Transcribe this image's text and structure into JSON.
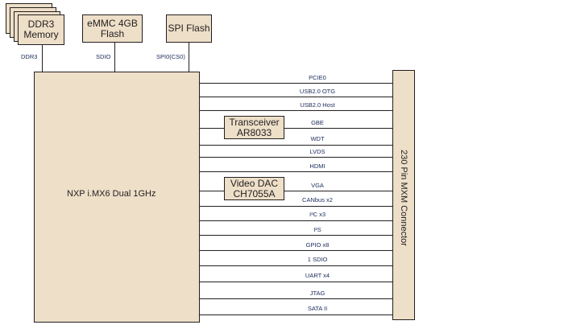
{
  "top_components": {
    "ddr3": {
      "label_line1": "DDR3",
      "label_line2": "Memory",
      "bus": "DDR3"
    },
    "emmc": {
      "label_line1": "eMMC 4GB",
      "label_line2": "Flash",
      "bus": "SDIO"
    },
    "spi": {
      "label": "SPI Flash",
      "bus": "SPI0(CS0)"
    }
  },
  "processor": {
    "label": "NXP i.MX6 Dual 1GHz"
  },
  "connector": {
    "label": "230 Pin MXM Connector"
  },
  "inline_chips": {
    "transceiver": {
      "line1": "Transceiver",
      "line2": "AR8033"
    },
    "video_dac": {
      "line1": "Video DAC",
      "line2": "CH7055A"
    }
  },
  "signals": [
    "PCIE0",
    "USB2.0 OTG",
    "USB2.0 Host",
    "GBE",
    "WDT",
    "LVDS",
    "HDMI",
    "VGA",
    "CANbus x2",
    "I²C x3",
    "I²S",
    "GPIO x8",
    "1 SDIO",
    "UART x4",
    "JTAG",
    "SATA II"
  ],
  "colors": {
    "fill": "#eddfc8",
    "stroke": "#231f20",
    "signal_text": "#1a2a5a"
  }
}
